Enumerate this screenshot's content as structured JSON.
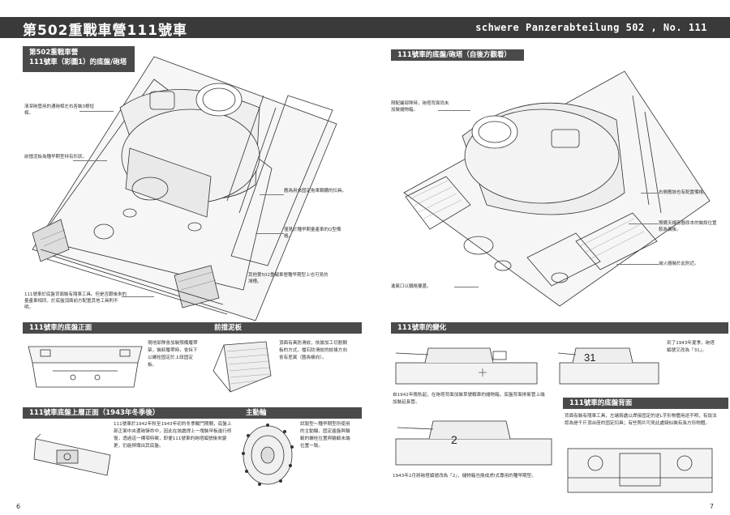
{
  "header": {
    "title_left": "第502重戰車營111號車",
    "title_right": "schwere Panzerabteilung 502 , No. 111"
  },
  "left_page": {
    "main_heading_line1": "第502重戰車營",
    "main_heading_line2": "111號車（彩圖1）的底盤/砲塔",
    "callouts": [
      "清潔砲管用的通砲桿左右各裝3根短桿。",
      "前擋泥板為種早期型特有形狀。",
      "應為用來固定拖車鋼纜的扣具。",
      "僅見於種早期量產車的Q型備格。",
      "其他第502重戰車營種早期型上也可見的鴻槽。",
      "111號車於底盤背面裝有隨車工具。但是否跟後來的量產車相同，於底盤頂面前方配置其他工具則不明。"
    ],
    "sections": {
      "front_plate": {
        "heading": "111號車的底盤正面",
        "text": "現地部隊會加裝預備履帶架，裝卸履帶時，會拆下以螺栓固定於上段固定板。"
      },
      "mudguard": {
        "heading": "前擋泥板",
        "text": "頂面有具防滑紋，依據加工切割鋼板的方式，擋石防滑紋的紋樣方向會有差異（圖為橫向）。"
      },
      "upper_front": {
        "heading": "111號車底盤上層正面（1943年冬季後）",
        "text": "111號車於1942年秋至1943年初的冬季戰鬥期間，底盤上部正面中央遭砲彈命中，因此在該處焊上一塊裝甲板進行修復，透過這一標項特徵，即便111號車的砲塔編號後來變更，仍能辨識出其底盤。"
      },
      "drive_wheel": {
        "heading": "主動輪",
        "text": "試製型～種早期型所使用的主動輪，固定齒盤與輪轂的螺栓位置與輪轂未端位置一致。"
      }
    },
    "page_number": "6"
  },
  "right_page": {
    "heading_turret": "111號車的底盤/砲塔（自後方觀看）",
    "callouts": [
      "剛配屬部隊時，砲塔背面尚未加裝儲物箱。",
      "右側應該也有配置備格。",
      "預備天線容器原本的裝設位置較為偏後。",
      "滅火器裝於此附近。",
      "進氣口以鐵格覆蓋。"
    ],
    "changes": {
      "heading": "111號車的變化",
      "caption_1": "自1942年晚秋起，在砲塔背面加裝草號戰車的儲物箱，底盤背面排氣管上端加裝延長管。",
      "caption_2": "到了1943年夏季，砲塔編號又改為「31」。",
      "caption_3": "1943年2月將砲塔編號改為「2」，儲物箱也換成虎I式專用的種早期型。",
      "turret_number_1": "31",
      "turret_number_2": "2"
    },
    "rear": {
      "heading": "111號車的底盤背面",
      "text": "背面有裝有隨車工具，左端兩處以焊接固定的逆L字形物體用途不明，有說法認為是千斤頂台座的固定扣具；有些照片可見此處疑似裝有長方形物體。"
    },
    "page_number": "7"
  }
}
